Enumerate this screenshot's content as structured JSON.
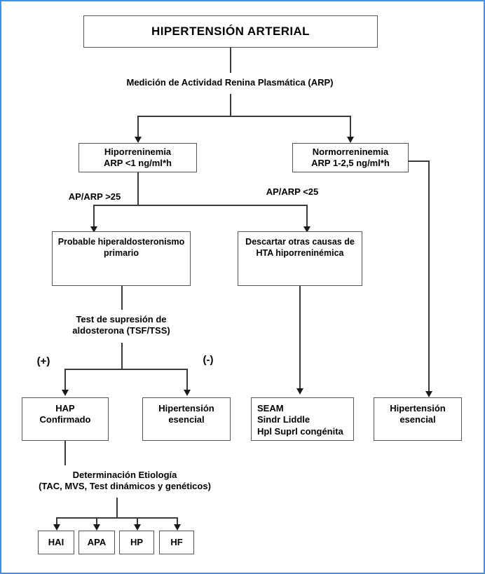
{
  "diagram": {
    "title": "HIPERTENSIÓN ARTERIAL",
    "frame_color": "#4a90e2",
    "box_border_color": "#55565a",
    "connector_color": "#3a3a3a",
    "nodes": {
      "root": "HIPERTENSIÓN ARTERIAL",
      "step_arp": "Medición de Actividad Renina Plasmática (ARP)",
      "hiporreninemia": "Hiporreninemia\nARP <1 ng/ml*h",
      "normorreninemia": "Normorreninemia\nARP 1-2,5 ng/ml*h",
      "probable_hiperaldo": "Probable hiperaldosteronismo\nprimario",
      "descartar_otras": "Descartar otras causas de\nHTA hiporreninémica",
      "test_supresion": "Test de supresión de\naldosterona (TSF/TSS)",
      "hap_confirmado": "HAP\nConfirmado",
      "hipertension_esencial_mid": "Hipertensión\nesencial",
      "seam_group": "SEAM\nSindr Liddle\nHpl Suprl congénita",
      "hipertension_esencial_right": "Hipertensión\nesencial",
      "determinacion": "Determinación Etiología\n(TAC, MVS, Test dinámicos y genéticos)"
    },
    "edge_labels": {
      "ap_arp_high": "AP/ARP >25",
      "ap_arp_low": "AP/ARP <25",
      "positive": "(+)",
      "negative": "(-)"
    },
    "etiology_boxes": [
      {
        "label": "HAI"
      },
      {
        "label": "APA"
      },
      {
        "label": "HP"
      },
      {
        "label": "HF"
      }
    ]
  }
}
